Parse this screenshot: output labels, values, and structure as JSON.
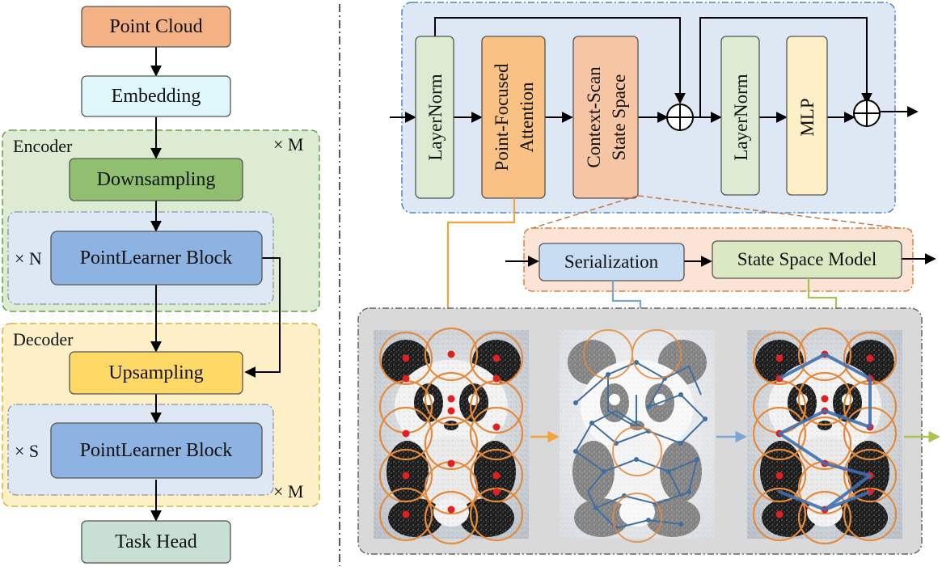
{
  "left": {
    "point_cloud": "Point Cloud",
    "embedding": "Embedding",
    "encoder_label": "Encoder",
    "encoder_repeat": "× M",
    "downsampling": "Downsampling",
    "encoder_block_repeat": "× N",
    "encoder_block": "PointLearner Block",
    "decoder_label": "Decoder",
    "upsampling": "Upsampling",
    "decoder_block_repeat": "× S",
    "decoder_block": "PointLearner Block",
    "decoder_repeat": "× M",
    "task_head": "Task Head"
  },
  "block": {
    "layernorm1": "LayerNorm",
    "attention_line1": "Point-Focused",
    "attention_line2": "Attention",
    "csss_line1": "Context-Scan",
    "csss_line2": "State Space",
    "layernorm2": "LayerNorm",
    "mlp": "MLP"
  },
  "csss_detail": {
    "serialization": "Serialization",
    "ssm": "State Space Model"
  },
  "colors": {
    "point_cloud": "#f4b183",
    "embedding": "#dff7fb",
    "encoder_bg": "#dcebd2",
    "downsampling": "#8fbf6f",
    "inner_bg": "#dde8f4",
    "block": "#8db3e2",
    "decoder_bg": "#fdf0c6",
    "upsampling": "#ffd966",
    "task_head": "#c8dfd4",
    "orange_arrow": "#f4a23a",
    "blue_arrow": "#7aa6d6",
    "green_arrow": "#a9c34e"
  }
}
